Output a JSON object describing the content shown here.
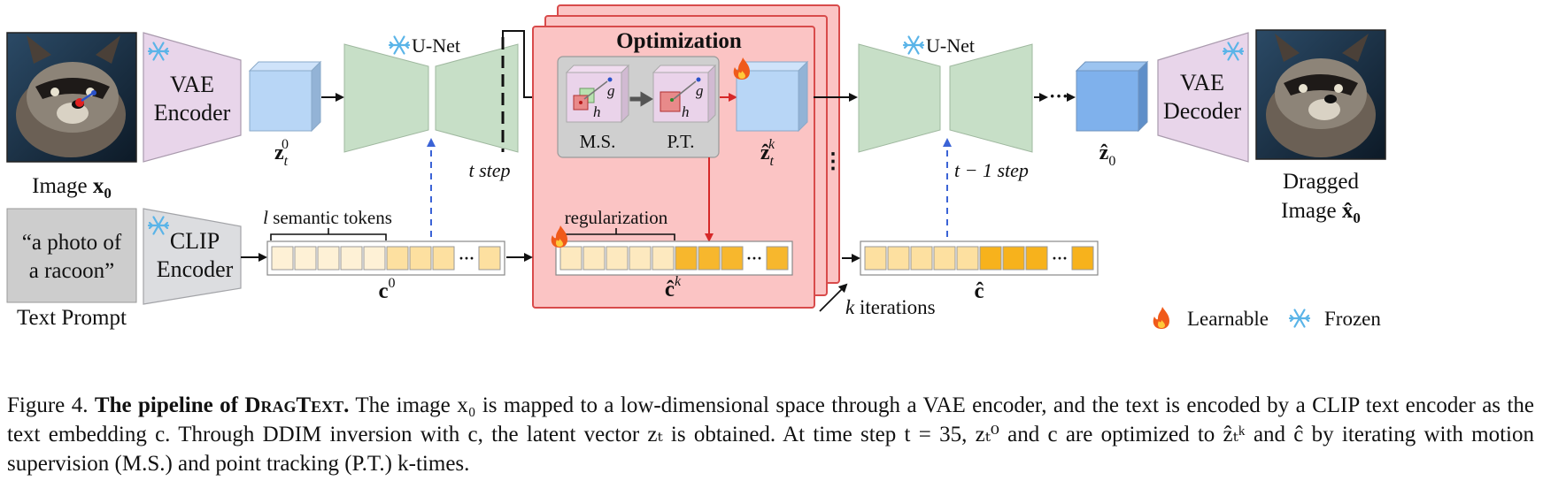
{
  "diagram": {
    "input_image": {
      "label": "Image ",
      "symbol": "x",
      "sub": "0"
    },
    "vae_encoder": {
      "line1": "VAE",
      "line2": "Encoder"
    },
    "vae_decoder": {
      "line1": "VAE",
      "line2": "Decoder"
    },
    "clip_encoder": {
      "line1": "CLIP",
      "line2": "Encoder"
    },
    "text_prompt": {
      "line1": "“a photo of",
      "line2": "a racoon”",
      "label": "Text Prompt"
    },
    "unet_left": {
      "label": "U-Net",
      "step": "t step"
    },
    "unet_right": {
      "label": "U-Net",
      "step": "t − 1 step"
    },
    "latent_zt0": {
      "symbol": "z",
      "sub": "t",
      "sup": "0"
    },
    "latent_zhat_tk": {
      "symbol": "ẑ",
      "sub": "t",
      "sup": "k"
    },
    "latent_zhat0": {
      "symbol": "ẑ",
      "sub": "0"
    },
    "optimization": {
      "title": "Optimization",
      "ms_label": "M.S.",
      "pt_label": "P.T.",
      "g_label": "g",
      "h_label": "h",
      "regularization": "regularization",
      "c_hat_k": {
        "symbol": "ĉ",
        "sup": "k"
      },
      "vertical_dots": "⋮"
    },
    "tokens_c0": {
      "label_prefix": "l",
      "label": " semantic tokens",
      "symbol": "c",
      "sup": "0",
      "ellipsis": "···"
    },
    "tokens_chat": {
      "symbol": "ĉ",
      "ellipsis": "···"
    },
    "k_iterations": {
      "k": "k",
      "label": " iterations"
    },
    "output_image": {
      "line1": "Dragged",
      "line2": "Image ",
      "symbol": "x̂",
      "sub": "0"
    },
    "chain_dots": "···",
    "legend": {
      "learnable": "Learnable",
      "frozen": "Frozen",
      "fire_icon": "fire-icon",
      "snowflake_icon": "snowflake-icon"
    },
    "colors": {
      "vae": "#e8d5ea",
      "clip": "#dcdde0",
      "unet": "#c7dfc7",
      "latent": "#b8d6f6",
      "opt_bg": "#fbc4c4",
      "opt_border": "#d84b4b",
      "token_light": "#fde9bf",
      "token_dark": "#f7b72d",
      "arrow_blue": "#3b63d6",
      "arrow_red": "#d62828",
      "frozen": "#5ab4e8"
    }
  },
  "caption": {
    "fig": "Figure 4.",
    "bold_title": "The pipeline of",
    "name": "DragText",
    "dot": ".",
    "body": " The image x₀ is mapped to a low-dimensional space through a VAE encoder, and the text is encoded by a CLIP text encoder as the text embedding c. Through DDIM inversion with c, the latent vector zₜ is obtained. At time step t = 35, zₜ⁰ and c are optimized to ẑₜᵏ and ĉ by iterating with motion supervision (M.S.) and point tracking (P.T.) k-times."
  }
}
